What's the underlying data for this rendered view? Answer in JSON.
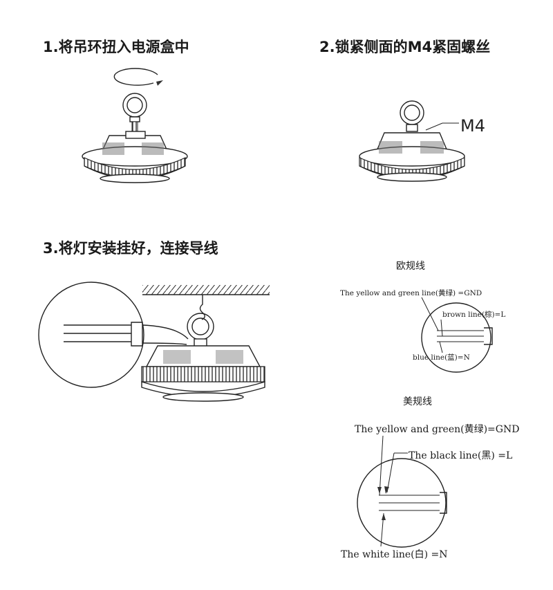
{
  "steps": [
    {
      "title": "1.将吊环扭入电源盒中"
    },
    {
      "title": "2.锁紧侧面的M4紧固螺丝",
      "callout": "M4"
    },
    {
      "title": "3.将灯安装挂好，连接导线"
    }
  ],
  "wiring": {
    "eu": {
      "heading": "欧规线",
      "ground": "The yellow and green line(黄绿) =GND",
      "live": "brown line(棕)=L",
      "neutral": "blue line(蓝)=N"
    },
    "us": {
      "heading": "美规线",
      "ground": "The yellow and green(黄绿)=GND",
      "live": "The black line(黑) =L",
      "neutral": "The white line(白) =N"
    }
  }
}
